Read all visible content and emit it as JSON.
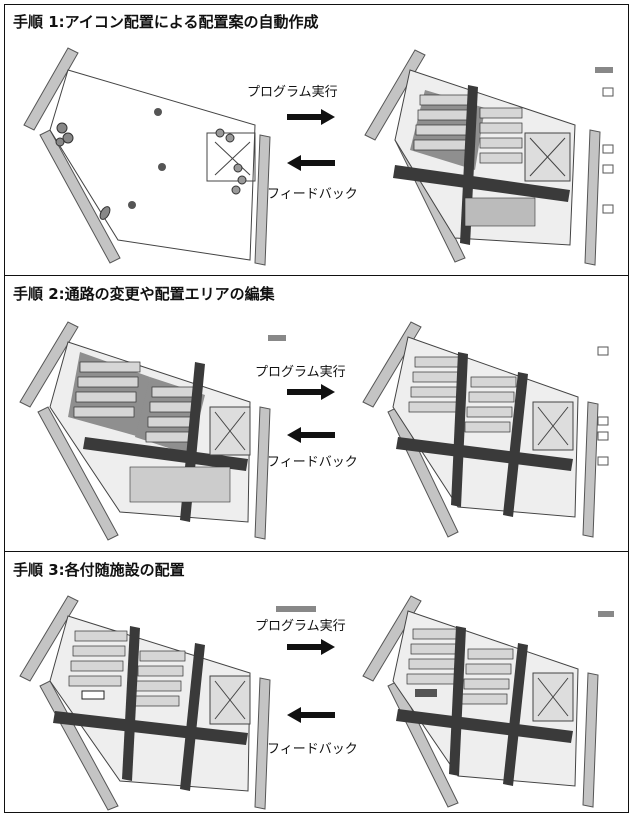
{
  "steps": [
    {
      "title": "手順 1:アイコン配置による配置案の自動作成",
      "run_label": "プログラム実行",
      "feedback_label": "フィードバック"
    },
    {
      "title": "手順 2:通路の変更や配置エリアの編集",
      "run_label": "プログラム実行",
      "feedback_label": "フィードバック"
    },
    {
      "title": "手順 3:各付随施設の配置",
      "run_label": "プログラム実行",
      "feedback_label": "フィードバック"
    }
  ],
  "colors": {
    "border": "#111111",
    "road": "#b9b9b9",
    "aisle": "#3a3a3a",
    "zone": "#8f8f8f",
    "pens": "#d6d6d6"
  }
}
